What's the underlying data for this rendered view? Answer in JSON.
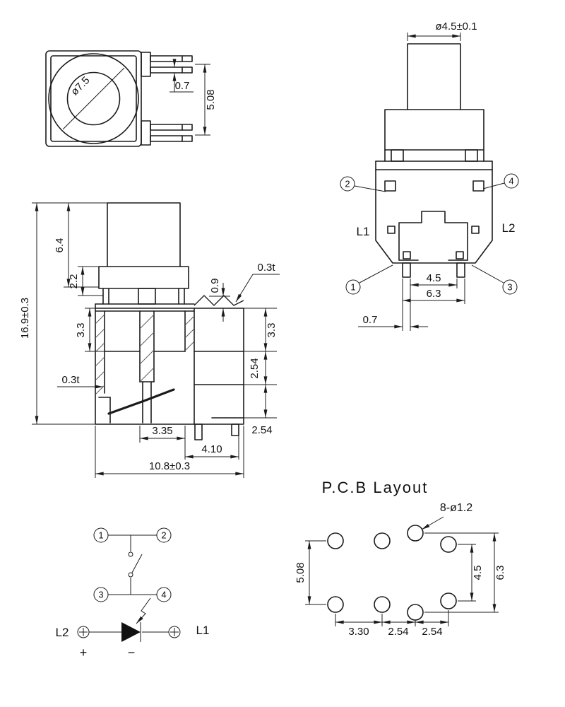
{
  "top_view": {
    "dia_inner": "ø7.5",
    "pin_thickness": "0.7",
    "row_pitch": "5.08"
  },
  "front_view": {
    "shaft_dia": "ø4.5±0.1",
    "pin_inner": "4.5",
    "pin_outer": "6.3",
    "pin_width": "0.7",
    "led_left": "L1",
    "led_right": "L2",
    "pin1": "1",
    "pin2": "2",
    "pin3": "3",
    "pin4": "4"
  },
  "side_view": {
    "total_height": "16.9±0.3",
    "shaft_height": "6.4",
    "cap_height": "2.2",
    "upper_body": "3.3",
    "wall_thickness": "0.3t",
    "plate_thickness": "0.3t",
    "terminal_height": "0.9",
    "right_upper": "3.3",
    "right_mid": "2.54",
    "right_lower": "2.54",
    "bottom_a": "3.35",
    "bottom_b": "4.10",
    "body_width": "10.8±0.3"
  },
  "circuit": {
    "t1": "1",
    "t2": "2",
    "t3": "3",
    "t4": "4",
    "led_left": "L2",
    "led_right": "L1",
    "polarity_plus": "+",
    "polarity_minus": "−"
  },
  "pcb": {
    "title": "P.C.B Layout",
    "holes": "8-ø1.2",
    "row_pitch": "5.08",
    "col_inner": "4.5",
    "col_outer": "6.3",
    "pitch_a": "3.30",
    "pitch_b": "2.54",
    "pitch_c": "2.54"
  }
}
